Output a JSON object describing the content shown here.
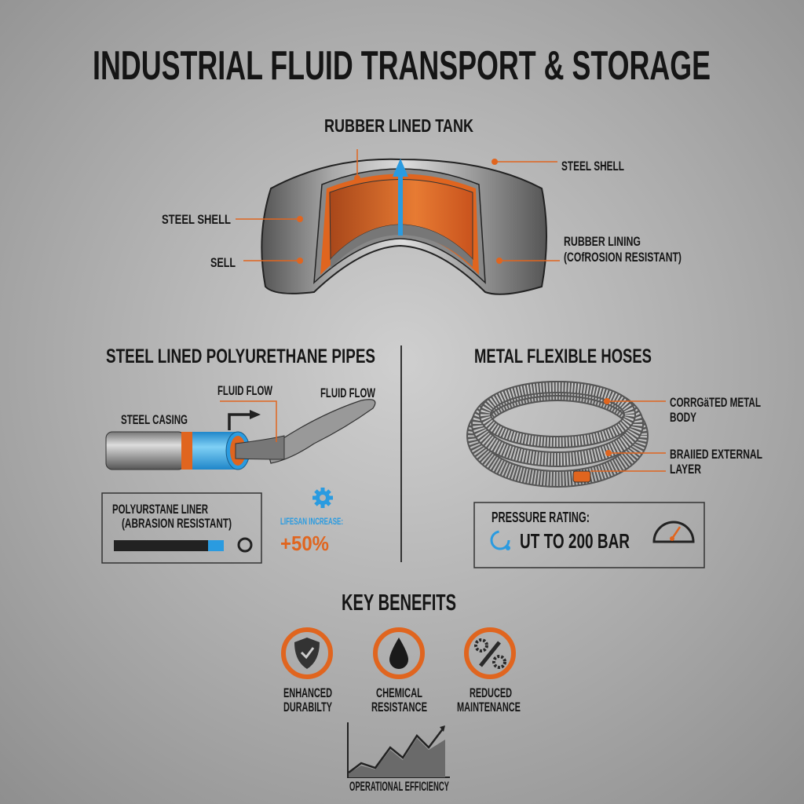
{
  "title": "INDUSTRIAL FLUID TRANSPORT & STORAGE",
  "tank": {
    "heading": "RUBBER LINED TANK",
    "labels": {
      "steel_shell_right": "STEEL SHELL",
      "steel_shell_left": "STEEL SHELL",
      "sell": "SELL",
      "rubber_lining_1": "RUBBER LINING",
      "rubber_lining_2": "(COfROSION RESISTANT)"
    }
  },
  "pipes": {
    "heading": "STEEL LINED POLYURETHANE PIPES",
    "fluid_flow_1": "FLUID FLOW",
    "fluid_flow_2": "FLUID FLOW",
    "steel_casing": "STEEL CASING",
    "liner_1": "POLYURSTANE LINER",
    "liner_2": "(ABRASION RESISTANT)",
    "lifespan_label": "LIFESAN INCREASE:",
    "lifespan_value": "+50%",
    "icons": [
      "gear-icon"
    ]
  },
  "hoses": {
    "heading": "METAL FLEXIBLE HOSES",
    "body_1": "CORRGäTED METAL",
    "body_2": "BODY",
    "braid_1": "BRAIIED EXTERNAL",
    "braid_2": "LAYER",
    "pressure_label": "PRESSURE RATING:",
    "pressure_value": "UT TO 200 BAR",
    "icons": [
      "rotate-icon",
      "gauge-icon"
    ]
  },
  "benefits": {
    "heading": "KEY BENEFITS",
    "items": [
      {
        "line1": "ENHANCED",
        "line2": "DURABILTY",
        "icon": "shield-check-icon"
      },
      {
        "line1": "CHEMICAL",
        "line2": "RESISTANCE",
        "icon": "droplet-icon"
      },
      {
        "line1": "REDUCED",
        "line2": "MAINTENANCE",
        "icon": "wrench-gears-icon"
      }
    ],
    "chart_label": "OPERATIONAL EFFICIENCY"
  },
  "colors": {
    "accent": "#e0651f",
    "blue": "#2a9be0",
    "dark": "#151515"
  }
}
